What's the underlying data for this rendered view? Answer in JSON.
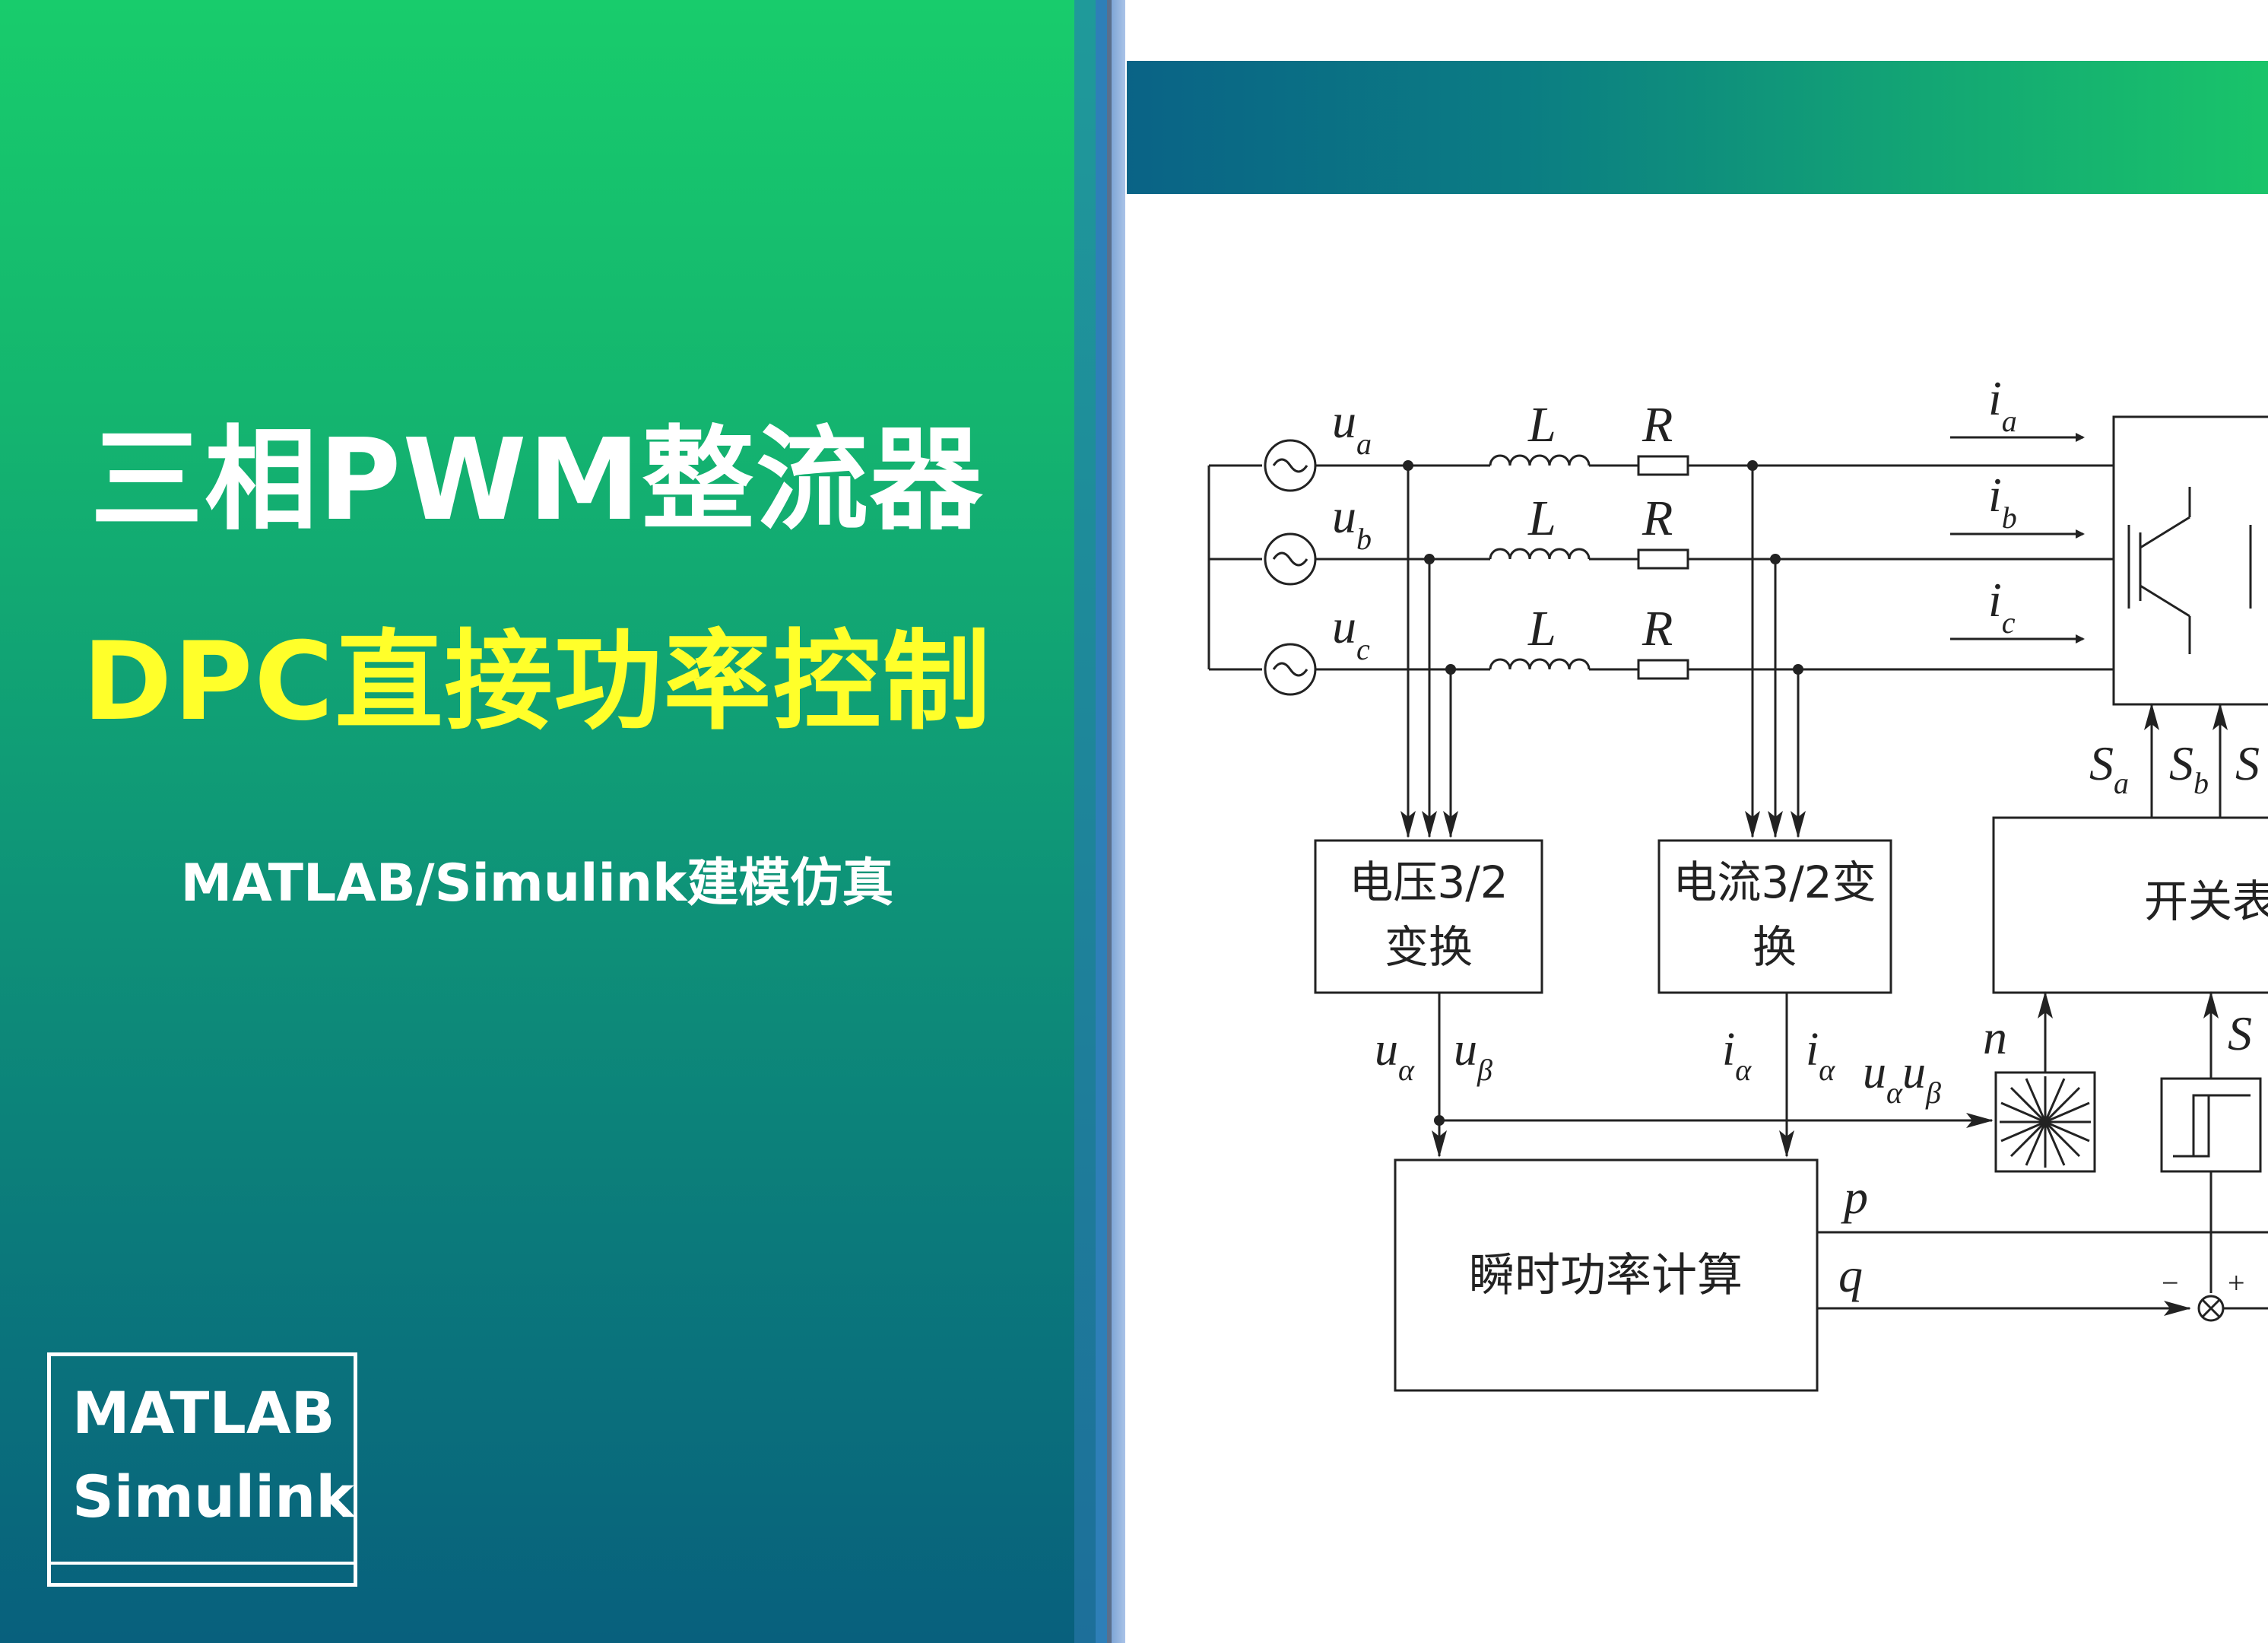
{
  "slide": {
    "title": "三相PWM整流器",
    "subtitle": "DPC直接功率控制",
    "tagline": "MATLAB/Simulink建模仿真",
    "badge": {
      "line1": "MATLAB",
      "line2": "Simulink"
    }
  },
  "colors": {
    "title": "#ffffff",
    "subtitle": "#ffff2a",
    "diagram_line": "#222222"
  },
  "diagram": {
    "sources": [
      {
        "main": "u",
        "sub": "a"
      },
      {
        "main": "u",
        "sub": "b"
      },
      {
        "main": "u",
        "sub": "c"
      }
    ],
    "inductor_label": "L",
    "resistor_label": "R",
    "currents": [
      {
        "main": "i",
        "sub": "a"
      },
      {
        "main": "i",
        "sub": "b"
      },
      {
        "main": "i",
        "sub": "c"
      }
    ],
    "voltage_transform": {
      "line1": "电压3/2",
      "line2": "变换"
    },
    "current_transform": {
      "line1": "电流3/2变",
      "line2": "换"
    },
    "switch_table": "开关表",
    "power_calc": "瞬时功率计算",
    "signals": {
      "u_alpha": {
        "main": "u",
        "sub": "α"
      },
      "u_beta": {
        "main": "u",
        "sub": "β"
      },
      "i_alpha": {
        "main": "i",
        "sub": "α"
      },
      "i_alpha2": {
        "main": "i",
        "sub": "α"
      },
      "uu_alpha_beta": {
        "main": "u",
        "sub": "α",
        "main2": "u",
        "sub2": "β"
      },
      "n": "n",
      "p": "p",
      "q": "q",
      "S_right": "S",
      "minus": "−",
      "plus": "+"
    },
    "switch_signals": [
      {
        "main": "S",
        "sub": "a"
      },
      {
        "main": "S",
        "sub": "b"
      },
      {
        "main": "S",
        "sub": ""
      }
    ]
  }
}
